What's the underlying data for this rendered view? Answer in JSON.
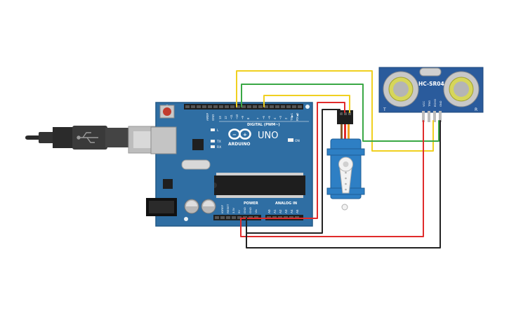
{
  "arduino": {
    "brand": "ARDUINO",
    "model": "UNO",
    "digital_header_label": "DIGITAL (PWM~)",
    "digital_pins": [
      "AREF",
      "GND",
      "13",
      "12",
      "~11",
      "~10",
      "~9",
      "8",
      "7",
      "~6",
      "~5",
      "4",
      "~3",
      "2",
      "TX▶1",
      "RX◀0"
    ],
    "led_labels": [
      "L",
      "TX",
      "RX"
    ],
    "on_label": "ON",
    "power_header_label": "POWER",
    "power_pins": [
      "IOREF",
      "RESET",
      "3.3V",
      "5V",
      "GND",
      "GND",
      "Vin"
    ],
    "analog_header_label": "ANALOG IN",
    "analog_pins": [
      "A0",
      "A1",
      "A2",
      "A3",
      "A4",
      "A5"
    ]
  },
  "sensor": {
    "model": "HC-SR04",
    "pins": [
      "VCC",
      "TRIG",
      "ECHO",
      "GND"
    ],
    "corner_left": "T",
    "corner_right": "R"
  },
  "colors": {
    "board": "#2f6ea3",
    "sensor_board": "#2a5b9c",
    "servo": "#2e7fc4",
    "wire_red": "#e02b2b",
    "wire_black": "#222222",
    "wire_yellow": "#f0d020",
    "wire_green": "#3aa845"
  }
}
